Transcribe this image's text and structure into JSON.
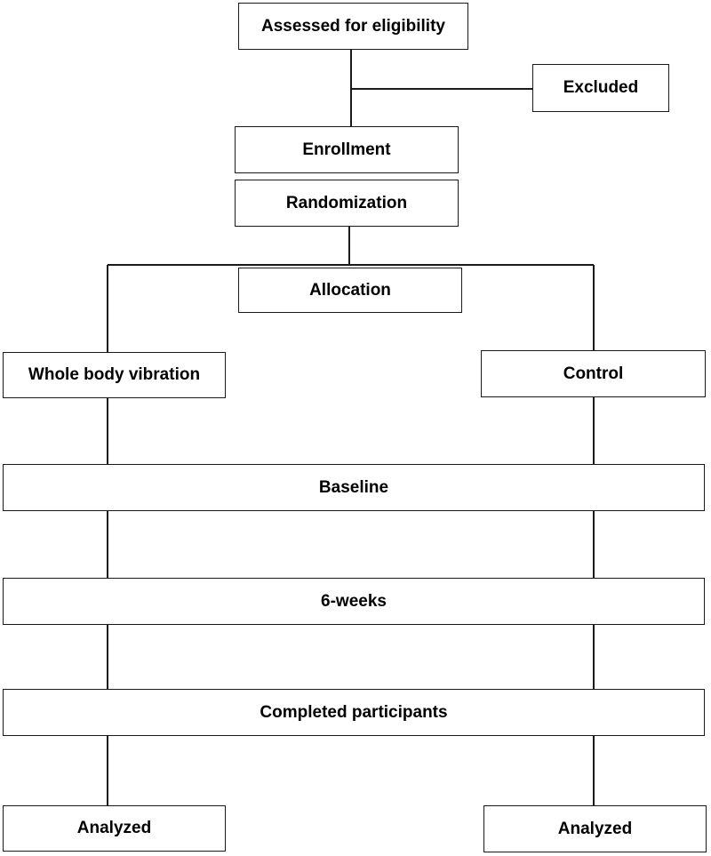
{
  "flowchart": {
    "assessed": "Assessed for eligibility",
    "excluded": "Excluded",
    "enrollment": "Enrollment",
    "randomization": "Randomization",
    "allocation": "Allocation",
    "arm_left": "Whole body vibration",
    "arm_right": "Control",
    "baseline": "Baseline",
    "six_weeks": "6-weeks",
    "completed": "Completed participants",
    "analyzed_left": "Analyzed",
    "analyzed_right": "Analyzed"
  },
  "colors": {
    "line": "#1a1a1a",
    "box_border": "#1a1a1a",
    "background": "#ffffff",
    "text": "#000000"
  }
}
